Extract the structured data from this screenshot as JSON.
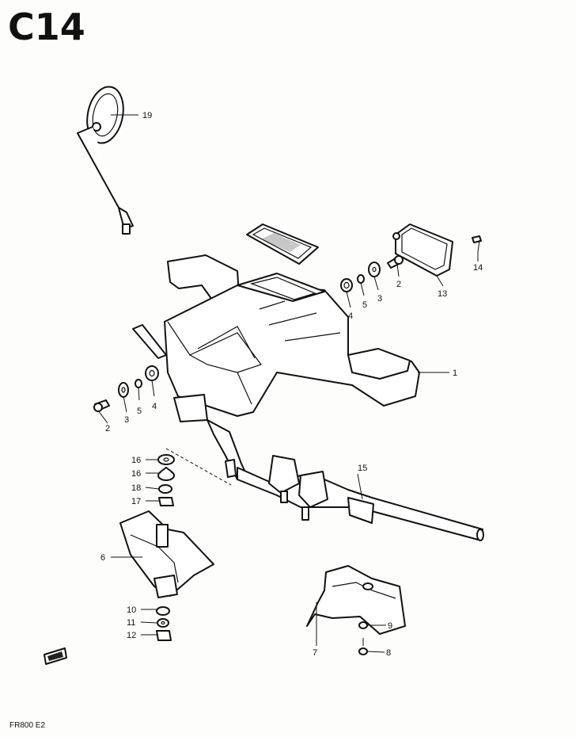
{
  "diagram": {
    "title": "C14",
    "footer": "FR800 E2",
    "callouts": {
      "c1": "1",
      "c2a": "2",
      "c2b": "2",
      "c3a": "3",
      "c3b": "3",
      "c4a": "4",
      "c4b": "4",
      "c5a": "5",
      "c5b": "5",
      "c6": "6",
      "c7": "7",
      "c8": "8",
      "c9": "9",
      "c10": "10",
      "c11": "11",
      "c12": "12",
      "c13": "13",
      "c14": "14",
      "c15": "15",
      "c16a": "16",
      "c16b": "16",
      "c17": "17",
      "c18": "18",
      "c19": "19"
    }
  }
}
